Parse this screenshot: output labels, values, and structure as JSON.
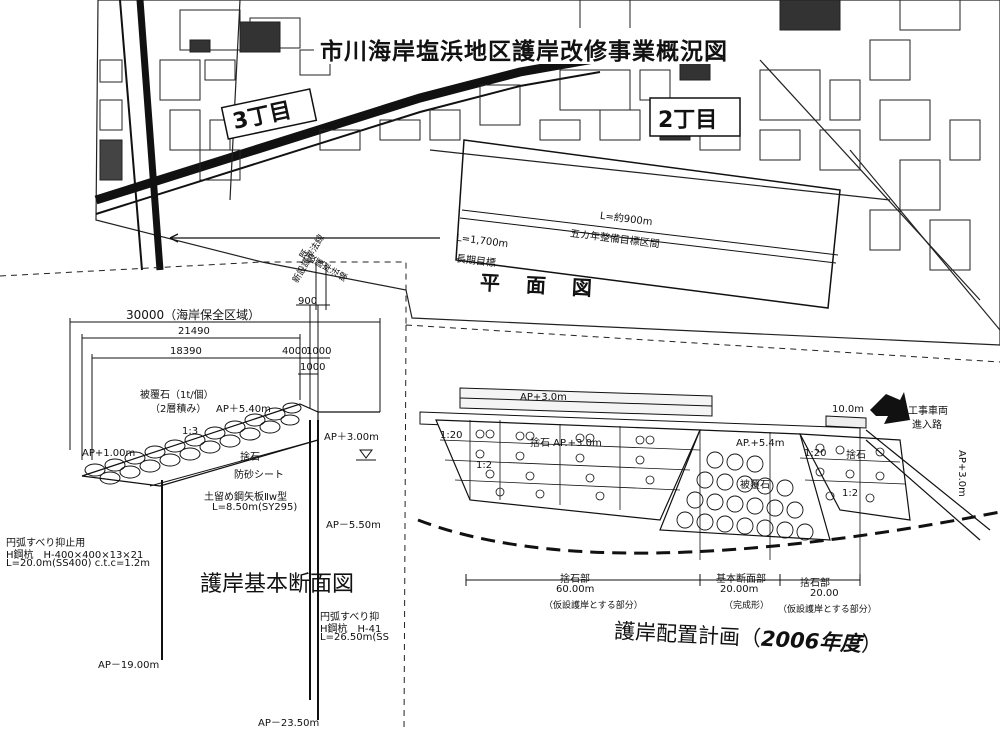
{
  "document": {
    "title": "市川海岸塩浜地区護岸改修事業概況図"
  },
  "map": {
    "district_3": "3丁目",
    "district_2": "2丁目",
    "span_900": "L=約900m",
    "span_900_note": "五カ年整備目標区間",
    "span_1700": "L=1,700m",
    "span_1700_note": "長期目標",
    "plan_label": "平面図"
  },
  "section": {
    "title": "護岸基本断面図",
    "dim_30000": "30000（海岸保全区域）",
    "dim_21490": "21490",
    "dim_18390": "18390",
    "dim_4000": "4000",
    "dim_1000_a": "1000",
    "dim_1000_b": "1000",
    "dim_900": "900",
    "line_1": "既設護岸法線",
    "line_2": "新設護岸法線",
    "armor_stone": "被覆石（1t/個）",
    "armor_layers": "（2層積み）",
    "ap_540": "AP＋5.40m",
    "ap_300": "AP＋3.00m",
    "ap_100": "AP+1.00m",
    "ap_m550": "AP－5.50m",
    "ap_m1900": "AP－19.00m",
    "ap_m2350": "AP－23.50m",
    "slope": "1:3",
    "rubble": "捨石",
    "sand_sheet": "防砂シート",
    "sheet_pile": "土留め鋼矢板Ⅱw型",
    "sheet_pile_len": "L=8.50m(SY295)",
    "pile1_a": "円弧すべり抑止用",
    "pile1_b": "H鋼杭　H-400×400×13×21",
    "pile1_c": "L=20.0m(SS400) c.t.c=1.2m",
    "pile2_a": "円弧すべり抑",
    "pile2_b": "H鋼杭　H-41",
    "pile2_c": "L=26.50m(SS"
  },
  "layout": {
    "title_text": "護岸配置計画（",
    "title_year": "2006年度",
    "title_close": "）",
    "ap_300_top": "AP+3.0m",
    "rubble_ap": "捨石 AP.+3.0m",
    "ap_54": "AP.+5.4m",
    "armor": "被覆石",
    "slope_left": "1:20",
    "slope_mid": "1:2",
    "slope_right": "1:20",
    "slope_right2": "1:2",
    "rubble_right": "捨石",
    "dim_10": "10.0m",
    "dim_60": "60.00m",
    "dim_20a": "20.00m",
    "dim_20b": "20.00",
    "label_rubble_a": "捨石部",
    "label_basic": "基本断面部",
    "label_rubble_b": "捨石部",
    "note_a": "（仮設護岸とする部分）",
    "note_b": "（完成形）",
    "note_c": "（仮設護岸とする部分）",
    "access_1": "工事車両",
    "access_2": "進入路",
    "ap_right": "AP+3.0m"
  }
}
